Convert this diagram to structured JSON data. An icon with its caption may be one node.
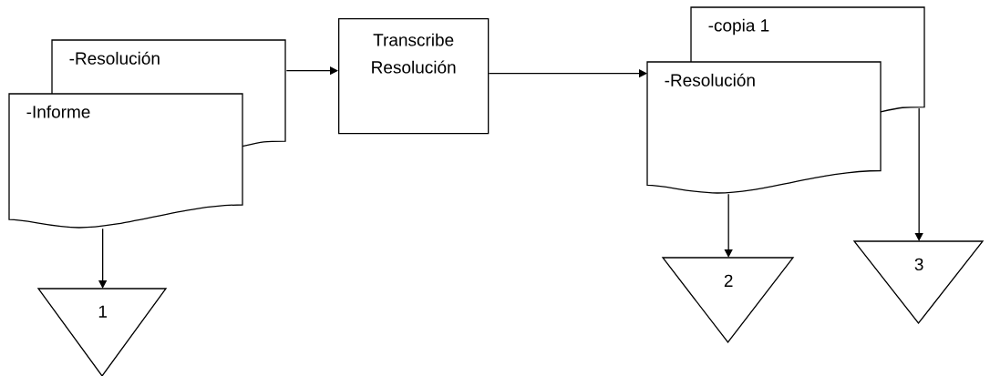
{
  "diagram": {
    "nodes": [
      {
        "text": [
          "-Resolución"
        ]
      },
      {
        "text": [
          "-Informe"
        ]
      },
      {
        "text": [
          "Transcribe Resolución"
        ]
      },
      {
        "text": [
          "-copia 1"
        ]
      },
      {
        "text": [
          "-Resolución"
        ]
      },
      {
        "text": [
          "1"
        ]
      },
      {
        "text": [
          "2"
        ]
      },
      {
        "text": [
          "3"
        ]
      }
    ],
    "edges": [
      {
        "from": 0,
        "to": 2,
        "arrow": "to"
      },
      {
        "from": 2,
        "to": 4,
        "arrow": "to"
      },
      {
        "from": 1,
        "to": 5,
        "arrow": "to"
      },
      {
        "from": 4,
        "to": 6,
        "arrow": "to"
      },
      {
        "from": 3,
        "to": 7,
        "arrow": "to"
      }
    ]
  }
}
